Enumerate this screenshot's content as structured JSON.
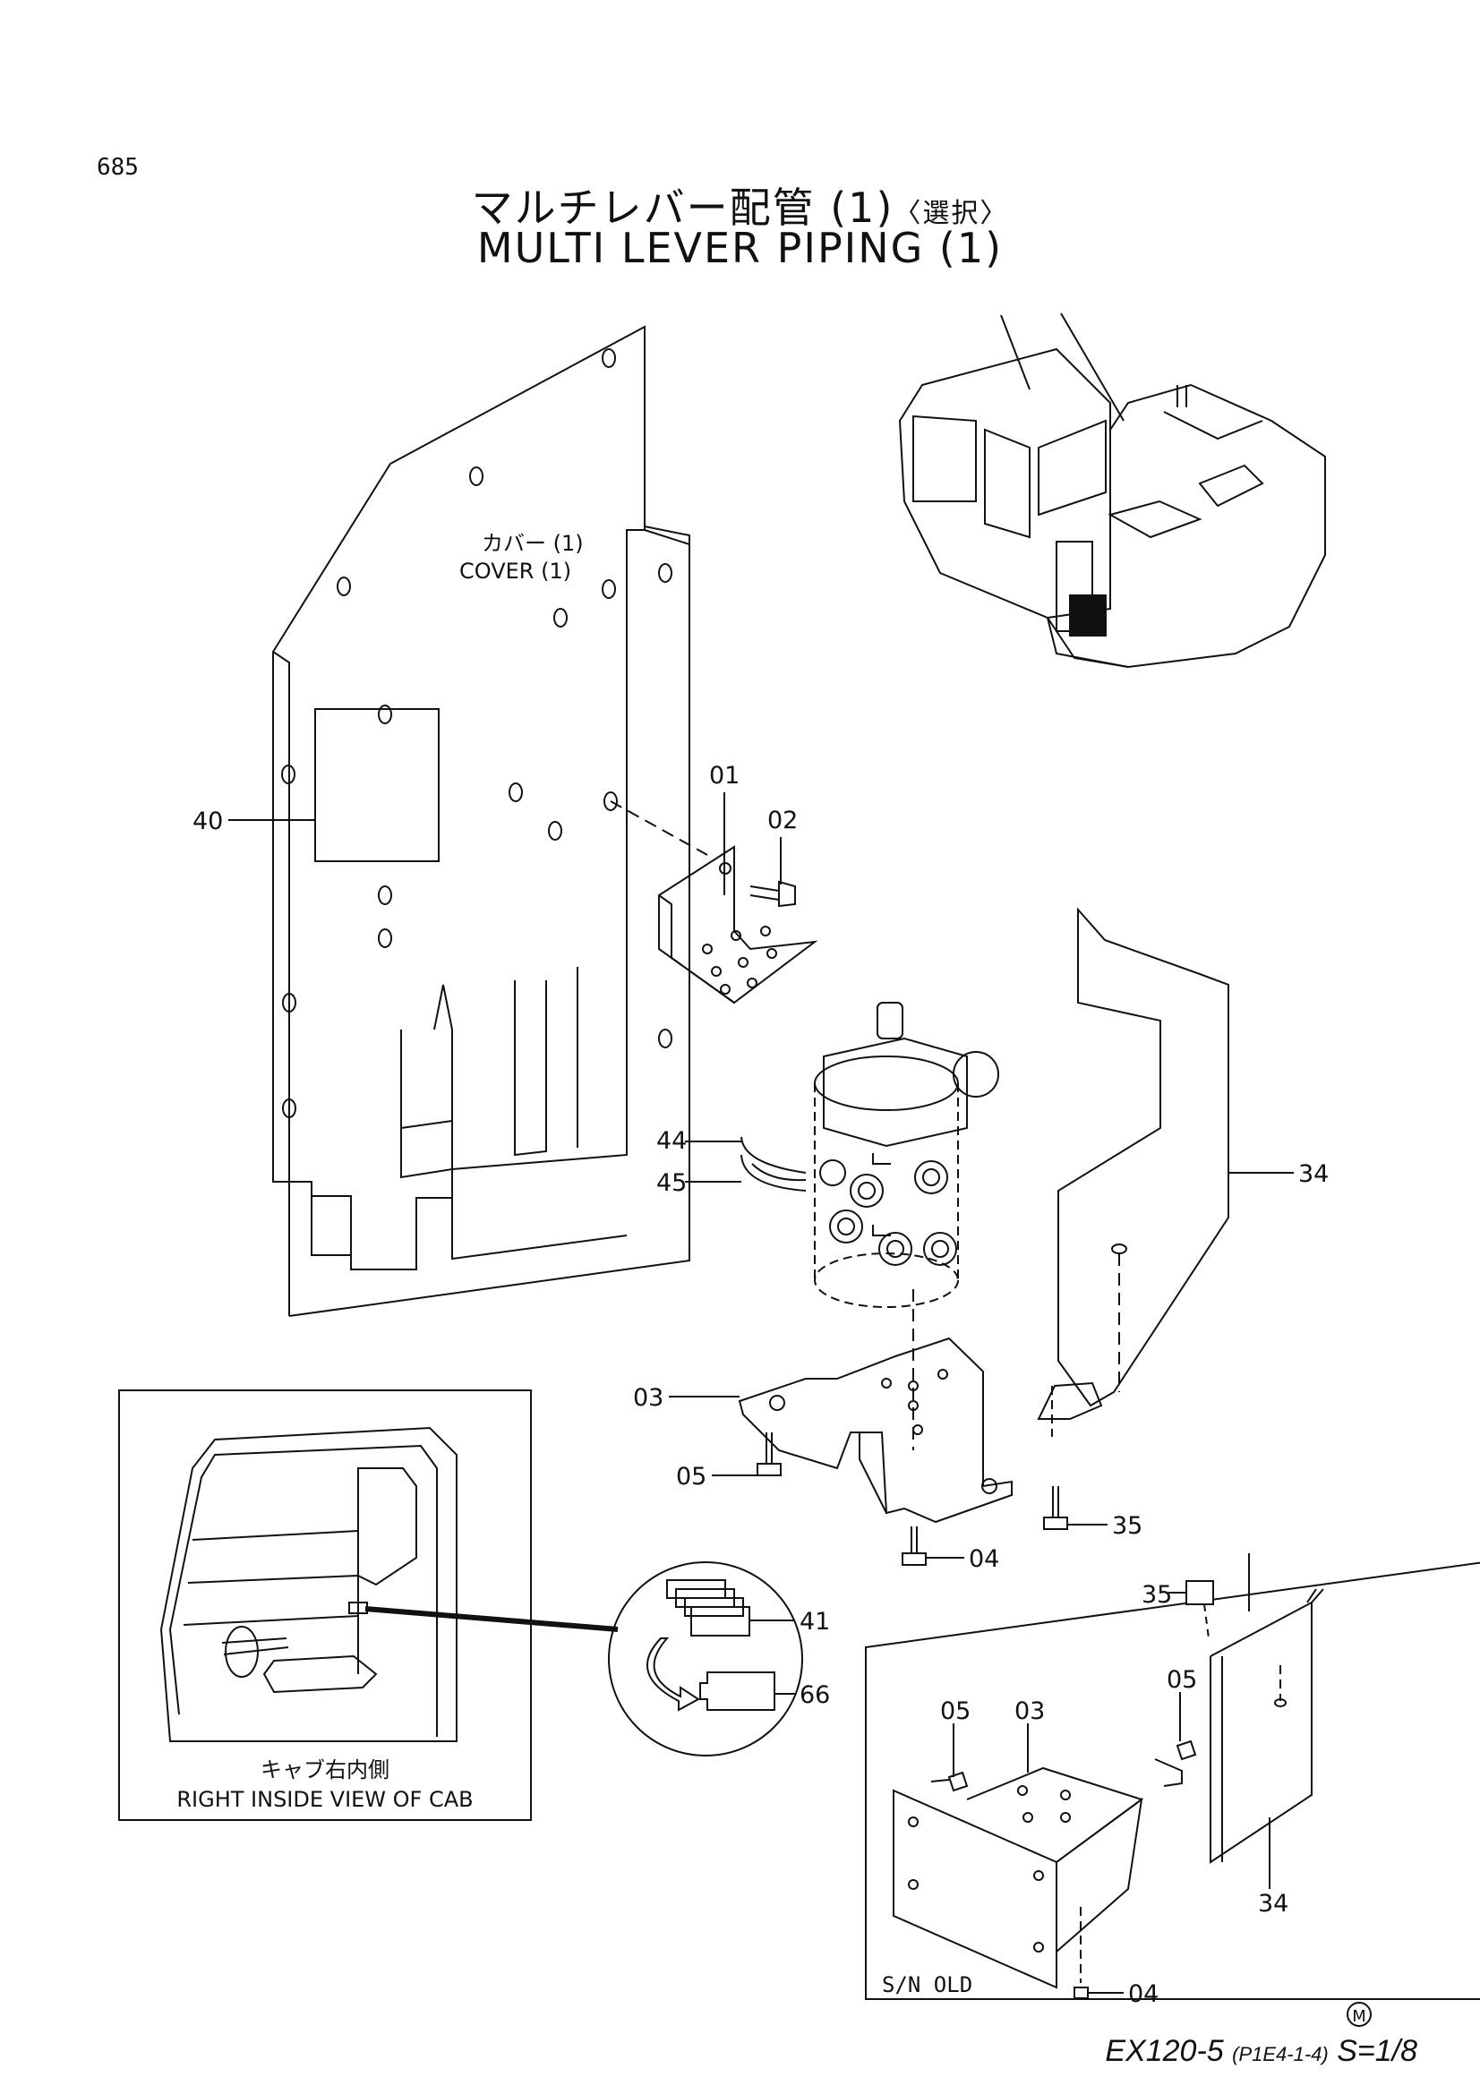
{
  "page_number": "685",
  "title": {
    "japanese": "マルチレバー配管 (1)",
    "japanese_note": "〈選択〉",
    "english": "MULTI LEVER PIPING (1)"
  },
  "cover_label": {
    "japanese": "カバー (1)",
    "english": "COVER (1)"
  },
  "inset_cab": {
    "japanese": "キャブ右内側",
    "english": "RIGHT INSIDE VIEW OF CAB"
  },
  "inset_old": {
    "label": "S/N OLD"
  },
  "callouts": {
    "c01": "01",
    "c02": "02",
    "c03": "03",
    "c04": "04",
    "c05": "05",
    "c34": "34",
    "c35": "35",
    "c40": "40",
    "c41": "41",
    "c44": "44",
    "c45": "45",
    "c66": "66",
    "old05a": "05",
    "old03": "03",
    "old05b": "05",
    "old35": "35",
    "old34": "34",
    "old04": "04"
  },
  "marker": "M",
  "footer": {
    "model": "EX120-5",
    "code": "(P1E4-1-4)",
    "scale": "S=1/8"
  }
}
